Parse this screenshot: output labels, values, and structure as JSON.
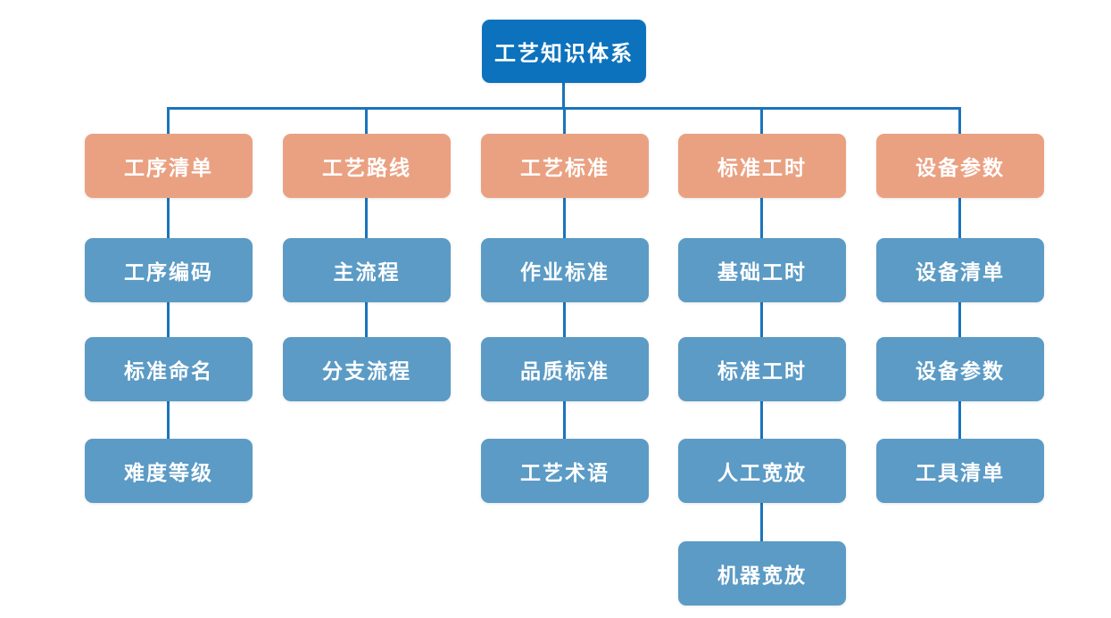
{
  "diagram": {
    "type": "org-tree",
    "colors": {
      "root": "#0C72BD",
      "branch": "#EAA182",
      "leaf": "#5B9BC5",
      "line": "#1B74BC",
      "text": "#FFFFFF",
      "background": "#FFFFFF"
    },
    "root": {
      "label": "工艺知识体系"
    },
    "columns": [
      {
        "header": "工序清单",
        "children": [
          "工序编码",
          "标准命名",
          "难度等级"
        ]
      },
      {
        "header": "工艺路线",
        "children": [
          "主流程",
          "分支流程"
        ]
      },
      {
        "header": "工艺标准",
        "children": [
          "作业标准",
          "品质标准",
          "工艺术语"
        ]
      },
      {
        "header": "标准工时",
        "children": [
          "基础工时",
          "标准工时",
          "人工宽放",
          "机器宽放"
        ]
      },
      {
        "header": "设备参数",
        "children": [
          "设备清单",
          "设备参数",
          "工具清单"
        ]
      }
    ]
  }
}
